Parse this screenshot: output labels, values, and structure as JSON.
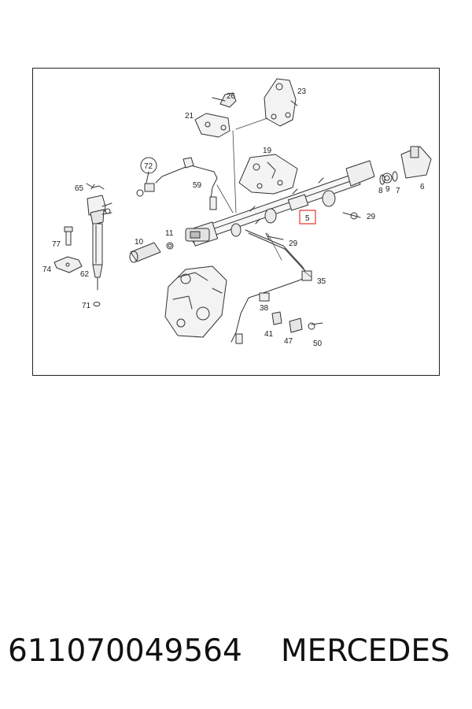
{
  "diagram": {
    "callouts": [
      "26",
      "23",
      "21",
      "19",
      "72",
      "65",
      "59",
      "8",
      "9",
      "7",
      "6",
      "29",
      "77",
      "10",
      "11",
      "29",
      "74",
      "62",
      "35",
      "71",
      "38",
      "41",
      "47",
      "50"
    ],
    "highlighted": "5",
    "highlight_color": "#e53935"
  },
  "caption": {
    "part_number": "611070049564",
    "brand": "MERCEDES"
  }
}
